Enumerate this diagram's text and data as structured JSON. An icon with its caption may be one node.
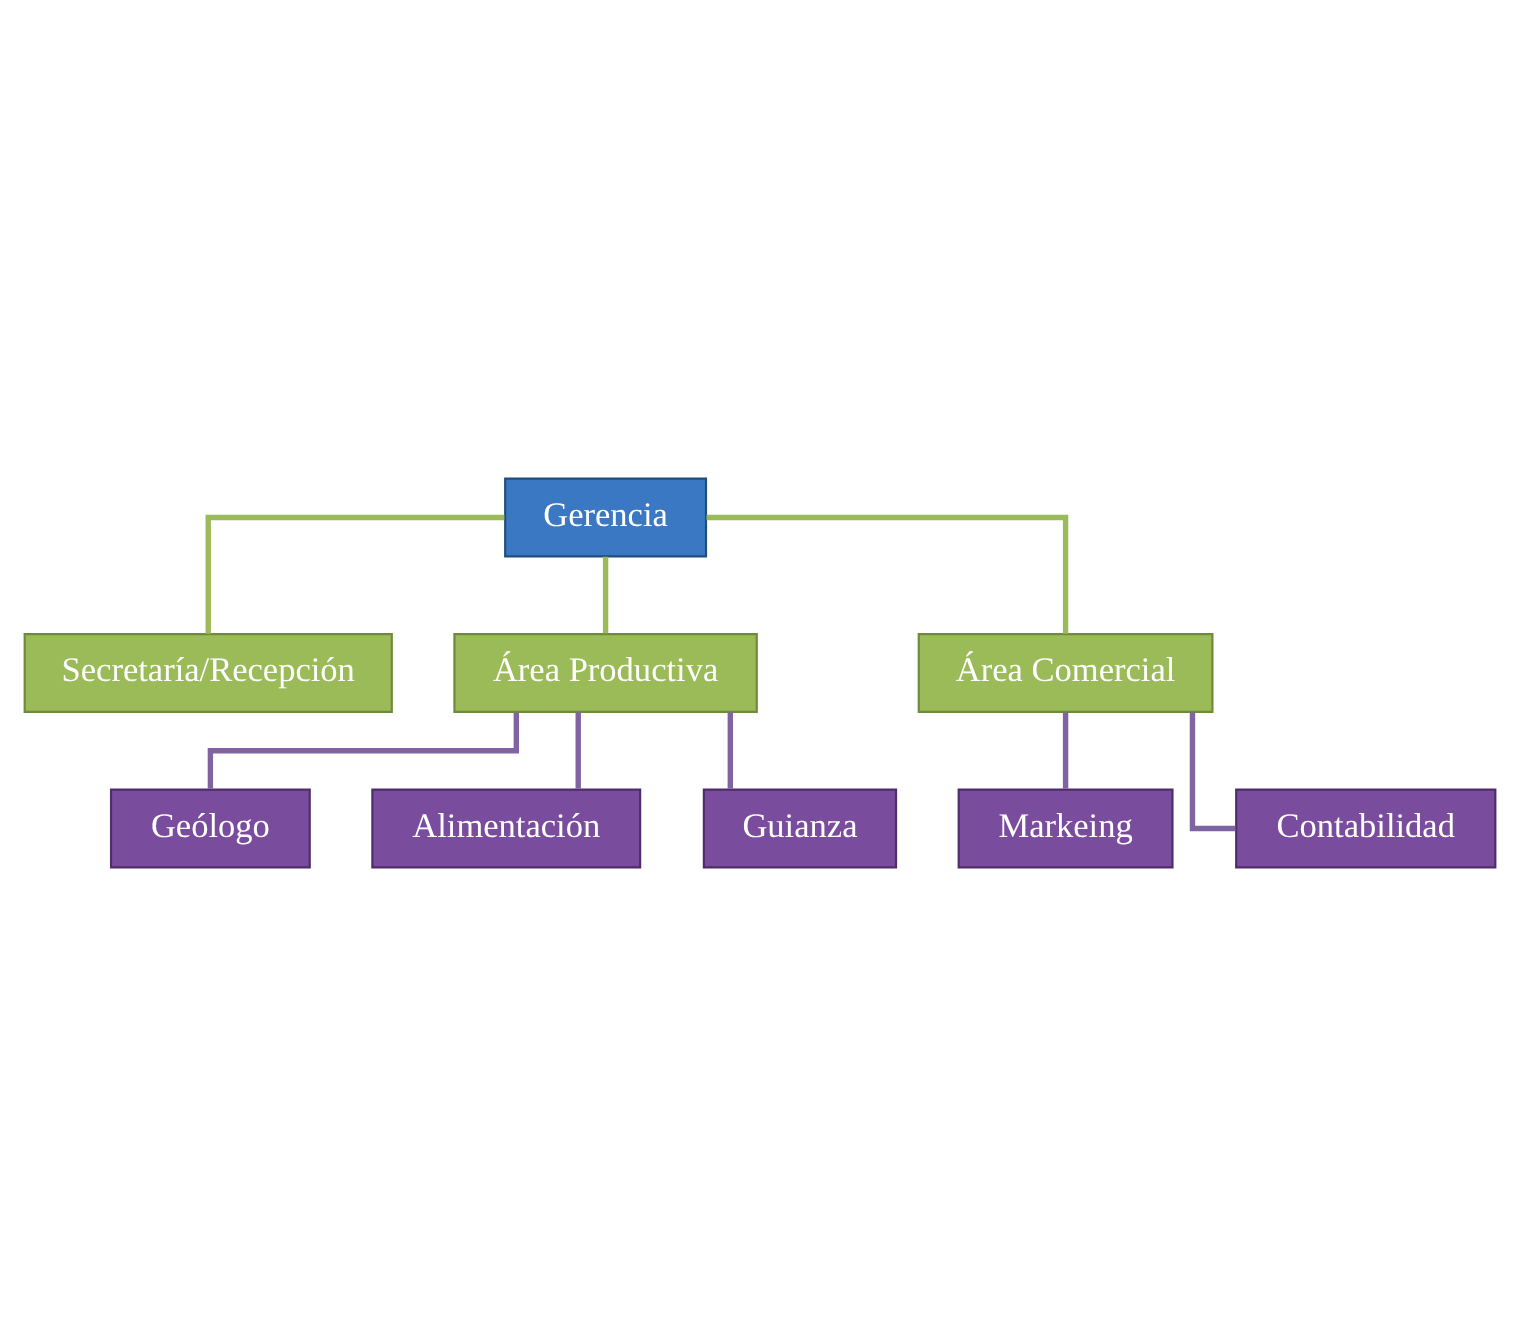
{
  "diagram": {
    "nodes": [
      {
        "text": [
          "Gerencia"
        ]
      },
      {
        "text": [
          "Secretaría/Recepción"
        ]
      },
      {
        "text": [
          "Área Productiva"
        ]
      },
      {
        "text": [
          "Área Comercial"
        ]
      },
      {
        "text": [
          "Geólogo"
        ]
      },
      {
        "text": [
          "Alimentación"
        ]
      },
      {
        "text": [
          "Guianza"
        ]
      },
      {
        "text": [
          "Markeing"
        ]
      },
      {
        "text": [
          "Contabilidad"
        ]
      }
    ],
    "edges": [
      {
        "from": 0,
        "to": 1,
        "arrow": "none",
        "color": "#9bbb59"
      },
      {
        "from": 0,
        "to": 2,
        "arrow": "none",
        "color": "#9bbb59"
      },
      {
        "from": 0,
        "to": 3,
        "arrow": "none",
        "color": "#9bbb59"
      },
      {
        "from": 2,
        "to": 4,
        "arrow": "none"
      },
      {
        "from": 2,
        "to": 5,
        "arrow": "none"
      },
      {
        "from": 2,
        "to": 6,
        "arrow": "none"
      },
      {
        "from": 3,
        "to": 7,
        "arrow": "none"
      },
      {
        "from": 3,
        "to": 8,
        "arrow": "none"
      }
    ]
  }
}
